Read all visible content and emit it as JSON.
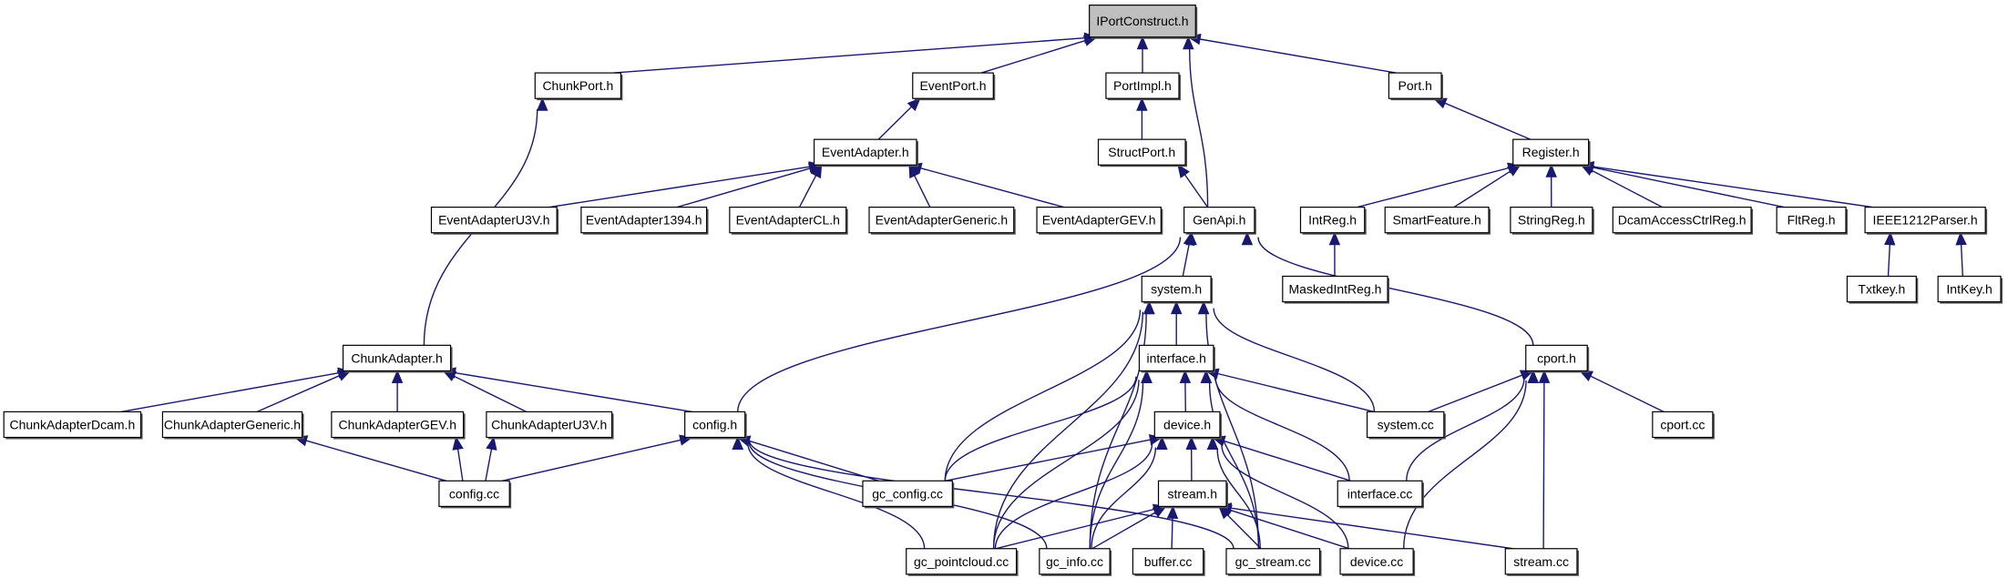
{
  "diagram": {
    "type": "include-dependency-graph",
    "root": "IPortConstruct.h",
    "colors": {
      "edge": "#191970",
      "root_fill": "#bfbfbf",
      "node_fill": "#ffffff",
      "node_border": "#000000"
    },
    "nodes": [
      {
        "id": "IPortConstruct.h",
        "label": "IPortConstruct.h",
        "root": true
      },
      {
        "id": "ChunkPort.h",
        "label": "ChunkPort.h"
      },
      {
        "id": "EventPort.h",
        "label": "EventPort.h"
      },
      {
        "id": "PortImpl.h",
        "label": "PortImpl.h"
      },
      {
        "id": "Port.h",
        "label": "Port.h"
      },
      {
        "id": "EventAdapter.h",
        "label": "EventAdapter.h"
      },
      {
        "id": "StructPort.h",
        "label": "StructPort.h"
      },
      {
        "id": "Register.h",
        "label": "Register.h"
      },
      {
        "id": "EventAdapterU3V.h",
        "label": "EventAdapterU3V.h"
      },
      {
        "id": "EventAdapter1394.h",
        "label": "EventAdapter1394.h"
      },
      {
        "id": "EventAdapterCL.h",
        "label": "EventAdapterCL.h"
      },
      {
        "id": "EventAdapterGeneric.h",
        "label": "EventAdapterGeneric.h"
      },
      {
        "id": "EventAdapterGEV.h",
        "label": "EventAdapterGEV.h"
      },
      {
        "id": "GenApi.h",
        "label": "GenApi.h"
      },
      {
        "id": "IntReg.h",
        "label": "IntReg.h"
      },
      {
        "id": "SmartFeature.h",
        "label": "SmartFeature.h"
      },
      {
        "id": "StringReg.h",
        "label": "StringReg.h"
      },
      {
        "id": "DcamAccessCtrlReg.h",
        "label": "DcamAccessCtrlReg.h"
      },
      {
        "id": "FltReg.h",
        "label": "FltReg.h"
      },
      {
        "id": "IEEE1212Parser.h",
        "label": "IEEE1212Parser.h"
      },
      {
        "id": "system.h",
        "label": "system.h"
      },
      {
        "id": "MaskedIntReg.h",
        "label": "MaskedIntReg.h"
      },
      {
        "id": "Txtkey.h",
        "label": "Txtkey.h"
      },
      {
        "id": "IntKey.h",
        "label": "IntKey.h"
      },
      {
        "id": "ChunkAdapter.h",
        "label": "ChunkAdapter.h"
      },
      {
        "id": "interface.h",
        "label": "interface.h"
      },
      {
        "id": "cport.h",
        "label": "cport.h"
      },
      {
        "id": "ChunkAdapterDcam.h",
        "label": "ChunkAdapterDcam.h"
      },
      {
        "id": "ChunkAdapterGeneric.h",
        "label": "ChunkAdapterGeneric.h"
      },
      {
        "id": "ChunkAdapterGEV.h",
        "label": "ChunkAdapterGEV.h"
      },
      {
        "id": "ChunkAdapterU3V.h",
        "label": "ChunkAdapterU3V.h"
      },
      {
        "id": "config.h",
        "label": "config.h"
      },
      {
        "id": "device.h",
        "label": "device.h"
      },
      {
        "id": "system.cc",
        "label": "system.cc"
      },
      {
        "id": "cport.cc",
        "label": "cport.cc"
      },
      {
        "id": "config.cc",
        "label": "config.cc"
      },
      {
        "id": "gc_config.cc",
        "label": "gc_config.cc"
      },
      {
        "id": "interface.cc",
        "label": "interface.cc"
      },
      {
        "id": "stream.h",
        "label": "stream.h"
      },
      {
        "id": "gc_pointcloud.cc",
        "label": "gc_pointcloud.cc"
      },
      {
        "id": "gc_info.cc",
        "label": "gc_info.cc"
      },
      {
        "id": "buffer.cc",
        "label": "buffer.cc"
      },
      {
        "id": "gc_stream.cc",
        "label": "gc_stream.cc"
      },
      {
        "id": "device.cc",
        "label": "device.cc"
      },
      {
        "id": "stream.cc",
        "label": "stream.cc"
      }
    ],
    "edges": [
      [
        "ChunkPort.h",
        "IPortConstruct.h"
      ],
      [
        "EventPort.h",
        "IPortConstruct.h"
      ],
      [
        "PortImpl.h",
        "IPortConstruct.h"
      ],
      [
        "GenApi.h",
        "IPortConstruct.h"
      ],
      [
        "Port.h",
        "IPortConstruct.h"
      ],
      [
        "ChunkAdapter.h",
        "ChunkPort.h"
      ],
      [
        "EventAdapter.h",
        "EventPort.h"
      ],
      [
        "StructPort.h",
        "PortImpl.h"
      ],
      [
        "Register.h",
        "Port.h"
      ],
      [
        "EventAdapterU3V.h",
        "EventAdapter.h"
      ],
      [
        "EventAdapter1394.h",
        "EventAdapter.h"
      ],
      [
        "EventAdapterCL.h",
        "EventAdapter.h"
      ],
      [
        "EventAdapterGeneric.h",
        "EventAdapter.h"
      ],
      [
        "EventAdapterGEV.h",
        "EventAdapter.h"
      ],
      [
        "GenApi.h",
        "StructPort.h"
      ],
      [
        "IntReg.h",
        "Register.h"
      ],
      [
        "SmartFeature.h",
        "Register.h"
      ],
      [
        "StringReg.h",
        "Register.h"
      ],
      [
        "DcamAccessCtrlReg.h",
        "Register.h"
      ],
      [
        "FltReg.h",
        "Register.h"
      ],
      [
        "IEEE1212Parser.h",
        "Register.h"
      ],
      [
        "MaskedIntReg.h",
        "IntReg.h"
      ],
      [
        "Txtkey.h",
        "IEEE1212Parser.h"
      ],
      [
        "IntKey.h",
        "IEEE1212Parser.h"
      ],
      [
        "system.h",
        "GenApi.h"
      ],
      [
        "config.h",
        "GenApi.h"
      ],
      [
        "cport.h",
        "GenApi.h"
      ],
      [
        "interface.h",
        "system.h"
      ],
      [
        "system.cc",
        "system.h"
      ],
      [
        "gc_config.cc",
        "system.h"
      ],
      [
        "gc_pointcloud.cc",
        "system.h"
      ],
      [
        "gc_stream.cc",
        "system.h"
      ],
      [
        "gc_info.cc",
        "system.h"
      ],
      [
        "ChunkAdapterDcam.h",
        "ChunkAdapter.h"
      ],
      [
        "ChunkAdapterGeneric.h",
        "ChunkAdapter.h"
      ],
      [
        "ChunkAdapterGEV.h",
        "ChunkAdapter.h"
      ],
      [
        "ChunkAdapterU3V.h",
        "ChunkAdapter.h"
      ],
      [
        "config.h",
        "ChunkAdapter.h"
      ],
      [
        "device.h",
        "interface.h"
      ],
      [
        "system.cc",
        "interface.h"
      ],
      [
        "interface.cc",
        "interface.h"
      ],
      [
        "gc_config.cc",
        "interface.h"
      ],
      [
        "gc_pointcloud.cc",
        "interface.h"
      ],
      [
        "gc_info.cc",
        "interface.h"
      ],
      [
        "gc_stream.cc",
        "interface.h"
      ],
      [
        "system.cc",
        "cport.h"
      ],
      [
        "interface.cc",
        "cport.h"
      ],
      [
        "cport.cc",
        "cport.h"
      ],
      [
        "device.cc",
        "cport.h"
      ],
      [
        "stream.cc",
        "cport.h"
      ],
      [
        "config.cc",
        "ChunkAdapterGeneric.h"
      ],
      [
        "config.cc",
        "ChunkAdapterGEV.h"
      ],
      [
        "config.cc",
        "ChunkAdapterU3V.h"
      ],
      [
        "config.cc",
        "config.h"
      ],
      [
        "gc_config.cc",
        "config.h"
      ],
      [
        "gc_pointcloud.cc",
        "config.h"
      ],
      [
        "gc_info.cc",
        "config.h"
      ],
      [
        "gc_stream.cc",
        "config.h"
      ],
      [
        "stream.h",
        "device.h"
      ],
      [
        "gc_config.cc",
        "device.h"
      ],
      [
        "interface.cc",
        "device.h"
      ],
      [
        "gc_pointcloud.cc",
        "device.h"
      ],
      [
        "gc_info.cc",
        "device.h"
      ],
      [
        "gc_stream.cc",
        "device.h"
      ],
      [
        "device.cc",
        "device.h"
      ],
      [
        "gc_pointcloud.cc",
        "stream.h"
      ],
      [
        "gc_info.cc",
        "stream.h"
      ],
      [
        "buffer.cc",
        "stream.h"
      ],
      [
        "gc_stream.cc",
        "stream.h"
      ],
      [
        "device.cc",
        "stream.h"
      ],
      [
        "stream.cc",
        "stream.h"
      ]
    ]
  }
}
